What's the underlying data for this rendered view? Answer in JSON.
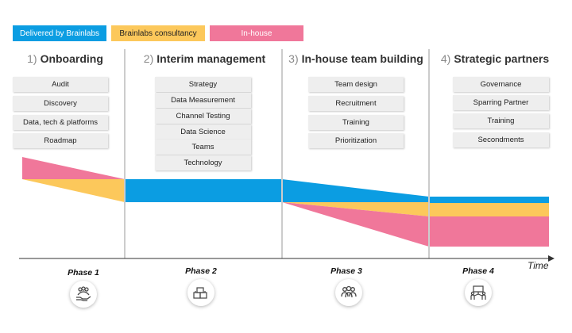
{
  "legend": [
    {
      "label": "Delivered by Brainlabs",
      "color": "#0b9de2",
      "text_color": "#ffffff"
    },
    {
      "label": "Brainlabs consultancy",
      "color": "#fcc85b",
      "text_color": "#222222"
    },
    {
      "label": "In-house",
      "color": "#f0779a",
      "text_color": "#ffffff"
    }
  ],
  "phases": [
    {
      "number": "1)",
      "title": "Onboarding",
      "label": "Phase 1",
      "icon": "hand-holding-people-icon",
      "items": [
        "Audit",
        "Discovery",
        "Data, tech & platforms",
        "Roadmap"
      ]
    },
    {
      "number": "2)",
      "title": "Interim management",
      "label": "Phase 2",
      "icon": "building-blocks-icon",
      "items": [
        "Strategy",
        "Data Measurement",
        "Channel Testing",
        "Data Science",
        "Teams",
        "Technology"
      ]
    },
    {
      "number": "3)",
      "title": "In-house team building",
      "label": "Phase 3",
      "icon": "team-icon",
      "items": [
        "Team design",
        "Recruitment",
        "Training",
        "Prioritization"
      ]
    },
    {
      "number": "4)",
      "title": "Strategic partners",
      "label": "Phase 4",
      "icon": "presentation-partners-icon",
      "items": [
        "Governance",
        "Sparring Partner",
        "Training",
        "Secondments"
      ]
    }
  ],
  "axis": {
    "label": "Time"
  }
}
